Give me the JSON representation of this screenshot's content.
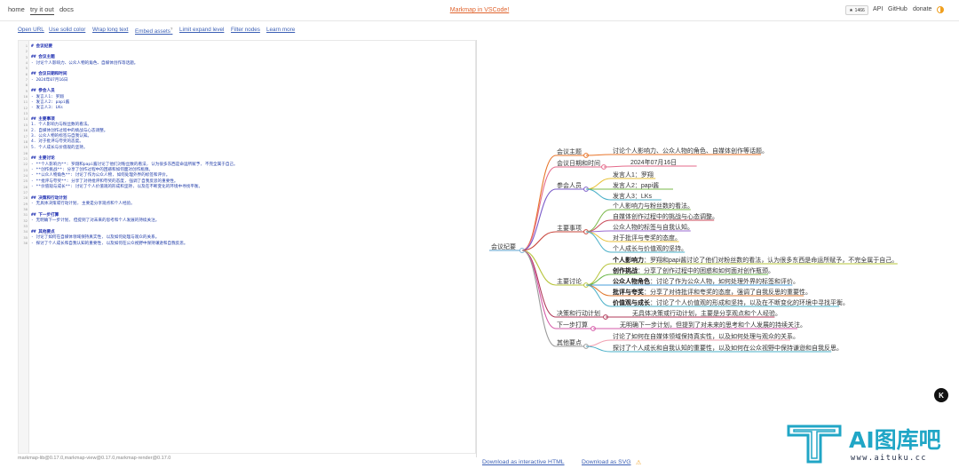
{
  "nav": {
    "home": "home",
    "try": "try it out",
    "docs": "docs",
    "center": "Markmap in VSCode!",
    "stars": "1466",
    "api": "API",
    "github": "GitHub",
    "donate": "donate"
  },
  "toolbar": {
    "links": [
      "Open URL",
      "Use solid color",
      "Wrap long text",
      "Embed assets",
      "Limit expand level",
      "Filter nodes",
      "Learn more"
    ],
    "embed_badge": "?"
  },
  "editor": {
    "lines": [
      {
        "n": "1",
        "t": "# 会议纪要",
        "h": true
      },
      {
        "n": "2",
        "t": "",
        "h": false
      },
      {
        "n": "3",
        "t": "## 会议主题",
        "h": true
      },
      {
        "n": "4",
        "t": "- 讨论个人影响力、公众人物的角色、自媒体创作等话题。",
        "h": false
      },
      {
        "n": "5",
        "t": "",
        "h": false
      },
      {
        "n": "6",
        "t": "## 会议日期和时间",
        "h": true
      },
      {
        "n": "7",
        "t": "- 2024年07月16日",
        "h": false
      },
      {
        "n": "8",
        "t": "",
        "h": false
      },
      {
        "n": "9",
        "t": "## 参会人员",
        "h": true
      },
      {
        "n": "10",
        "t": "- 发言人1: 罗翔",
        "h": false
      },
      {
        "n": "11",
        "t": "- 发言人2: papi酱",
        "h": false
      },
      {
        "n": "12",
        "t": "- 发言人3: LKs",
        "h": false
      },
      {
        "n": "13",
        "t": "",
        "h": false
      },
      {
        "n": "14",
        "t": "## 主要事项",
        "h": true
      },
      {
        "n": "15",
        "t": "1. 个人影响力与粉丝数的看法。",
        "h": false
      },
      {
        "n": "16",
        "t": "2. 自媒体创作过程中的挑战与心态调整。",
        "h": false
      },
      {
        "n": "17",
        "t": "3. 公众人物的标签与自我认知。",
        "h": false
      },
      {
        "n": "18",
        "t": "4. 对于批评与夸奖的态度。",
        "h": false
      },
      {
        "n": "19",
        "t": "5. 个人成长与价值观的坚持。",
        "h": false
      },
      {
        "n": "20",
        "t": "",
        "h": false
      },
      {
        "n": "21",
        "t": "## 主要讨论",
        "h": true
      },
      {
        "n": "22",
        "t": "- **个人影响力**: 罗翔和papi酱讨论了他们对粉丝数的看法, 认为很多东西是命运所赋予, 不完全属于自己。",
        "h": false
      },
      {
        "n": "23",
        "t": "- **创作挑战**: 分享了创作过程中的困惑和如何面对创作瓶颈。",
        "h": false
      },
      {
        "n": "24",
        "t": "- **公众人物角色**: 讨论了作为公众人物, 如何处理外界的标签和评价。",
        "h": false
      },
      {
        "n": "25",
        "t": "- **批评与夸奖**: 分享了对待批评和夸奖的态度, 强调了自我反思的重要性。",
        "h": false
      },
      {
        "n": "26",
        "t": "- **价值观与成长**: 讨论了个人价值观的形成和坚持, 以及在不断变化的环境中寻找平衡。",
        "h": false
      },
      {
        "n": "27",
        "t": "",
        "h": false
      },
      {
        "n": "28",
        "t": "## 决策和行动计划",
        "h": true
      },
      {
        "n": "29",
        "t": "- 无具体决策或行动计划, 主要是分享观点和个人经验。",
        "h": false
      },
      {
        "n": "30",
        "t": "",
        "h": false
      },
      {
        "n": "31",
        "t": "## 下一步打算",
        "h": true
      },
      {
        "n": "32",
        "t": "- 无明确下一步计划, 但提到了对未来的思考和个人发展的持续关注。",
        "h": false
      },
      {
        "n": "33",
        "t": "",
        "h": false
      },
      {
        "n": "34",
        "t": "## 其他要点",
        "h": true
      },
      {
        "n": "35",
        "t": "- 讨论了如何在自媒体领域保持真实性, 以及如何处理与观众的关系。",
        "h": false
      },
      {
        "n": "36",
        "t": "- 探讨了个人成长和自我认知的重要性, 以及如何在公众视野中保持谦逊和自我反思。",
        "h": false
      }
    ]
  },
  "mindmap": {
    "root": "会议纪要",
    "branches": [
      {
        "label": "会议主题",
        "color": "#e8752a",
        "children": [
          {
            "bold": "",
            "text": "讨论个人影响力、公众人物的角色、自媒体创作等话题。"
          }
        ]
      },
      {
        "label": "会议日期和时间",
        "color": "#e46a8a",
        "children": [
          {
            "bold": "",
            "text": "2024年07月16日"
          }
        ]
      },
      {
        "label": "参会人员",
        "color": "#7a5bc9",
        "children": [
          {
            "bold": "",
            "text": "发言人1：罗翔"
          },
          {
            "bold": "",
            "text": "发言人2：papi酱"
          },
          {
            "bold": "",
            "text": "发言人3：LKs"
          }
        ]
      },
      {
        "label": "主要事项",
        "color": "#c8443a",
        "children": [
          {
            "bold": "",
            "text": "个人影响力与粉丝数的看法。"
          },
          {
            "bold": "",
            "text": "自媒体创作过程中的挑战与心态调整。"
          },
          {
            "bold": "",
            "text": "公众人物的标签与自我认知。"
          },
          {
            "bold": "",
            "text": "对于批评与夸奖的态度。"
          },
          {
            "bold": "",
            "text": "个人成长与价值观的坚持。"
          }
        ]
      },
      {
        "label": "主要讨论",
        "color": "#b7c43a",
        "children": [
          {
            "bold": "个人影响力",
            "text": "：罗翔和papi酱讨论了他们对粉丝数的看法，认为很多东西是命运所赋予，不完全属于自己。"
          },
          {
            "bold": "创作挑战",
            "text": "：分享了创作过程中的困惑和如何面对创作瓶颈。"
          },
          {
            "bold": "公众人物角色",
            "text": "：讨论了作为公众人物，如何处理外界的标签和评价。"
          },
          {
            "bold": "批评与夸奖",
            "text": "：分享了对待批评和夸奖的态度，强调了自我反思的重要性。"
          },
          {
            "bold": "价值观与成长",
            "text": "：讨论了个人价值观的形成和坚持，以及在不断变化的环境中寻找平衡。"
          }
        ]
      },
      {
        "label": "决策和行动计划",
        "color": "#b03a5a",
        "children": [
          {
            "bold": "",
            "text": "无具体决策或行动计划，主要是分享观点和个人经验。"
          }
        ]
      },
      {
        "label": "下一步打算",
        "color": "#d65aa8",
        "children": [
          {
            "bold": "",
            "text": "无明确下一步计划，但提到了对未来的思考和个人发展的持续关注。"
          }
        ]
      },
      {
        "label": "其他要点",
        "color": "#9a9a9a",
        "children": [
          {
            "bold": "",
            "text": "讨论了如何在自媒体领域保持真实性，以及如何处理与观众的关系。"
          },
          {
            "bold": "",
            "text": "探讨了个人成长和自我认知的重要性，以及如何在公众视野中保持谦逊和自我反思。"
          }
        ]
      }
    ]
  },
  "footer": {
    "versions": "markmap-lib@0.17.0,markmap-view@0.17.0,markmap-render@0.17.0",
    "download_html": "Download as interactive HTML",
    "download_svg": "Download as SVG"
  },
  "watermark": {
    "logo_icon": "aituku-logo-icon",
    "title": "AI图库吧",
    "url": "www.aituku.cc"
  }
}
